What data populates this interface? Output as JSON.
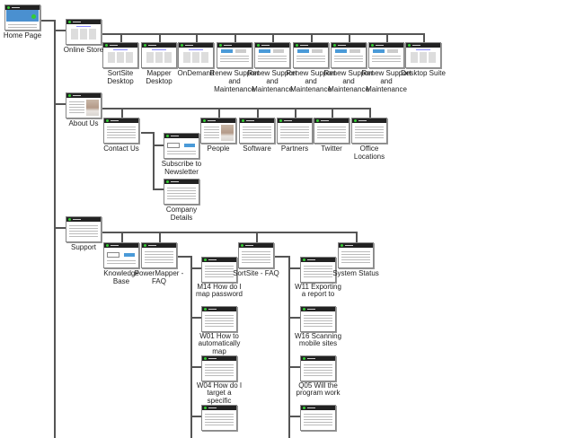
{
  "home": {
    "label": "Home Page"
  },
  "online_store": {
    "label": "Online Store",
    "children": [
      "SortSite Desktop",
      "Mapper Desktop",
      "OnDemand",
      "Renew Support and Maintenance",
      "Renew Support and Maintenance",
      "Renew Support and Maintenance",
      "Renew Support and Maintenance",
      "Renew Support and Maintenance",
      "Desktop Suite"
    ]
  },
  "about": {
    "label": "About Us",
    "contact": {
      "label": "Contact Us",
      "children": [
        "Subscribe to Newsletter",
        "Company Details"
      ]
    },
    "children": [
      "People",
      "Software",
      "Partners",
      "Twitter",
      "Office Locations"
    ]
  },
  "support": {
    "label": "Support",
    "knowledge_base": "Knowledge Base",
    "powermapper_faq": {
      "label": "PowerMapper - FAQ",
      "children": [
        "M14 How do I map password",
        "W01 How to automatically map",
        "W04 How do I target a specific",
        ""
      ]
    },
    "sortsite_faq": {
      "label": "SortSite - FAQ",
      "children": [
        "W11 Exporting a report to",
        "W16 Scanning mobile sites",
        "Q05 Will the program work",
        ""
      ]
    },
    "system_status": "System Status"
  }
}
